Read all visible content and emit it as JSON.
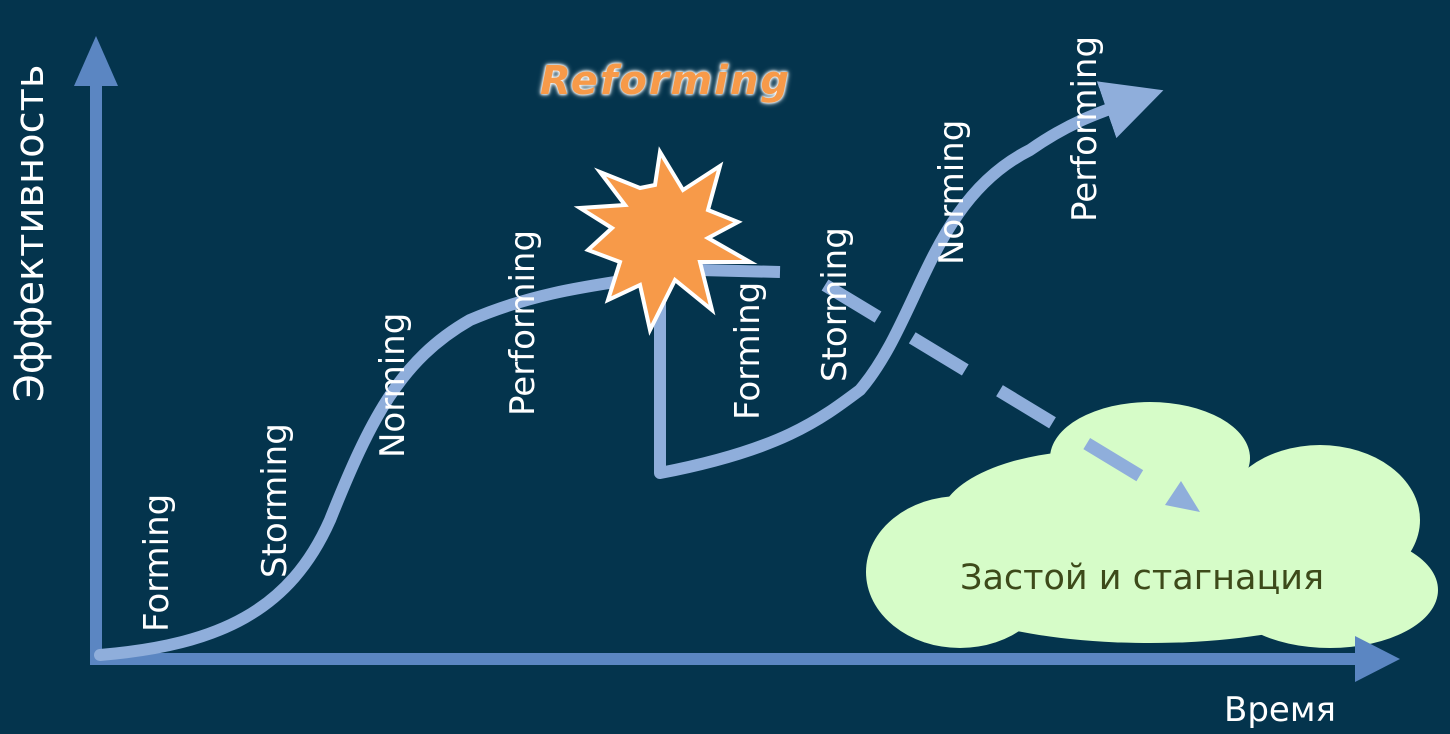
{
  "title": "Reforming",
  "axes": {
    "y_label": "Эффективность",
    "x_label": "Время"
  },
  "stages_first_cycle": [
    "Forming",
    "Storming",
    "Norming",
    "Performing"
  ],
  "stages_second_cycle": [
    "Forming",
    "Storming",
    "Norming",
    "Performing"
  ],
  "stagnation_label": "Застой и стагнация",
  "colors": {
    "background": "#04344d",
    "axis": "#5b86c2",
    "curve": "#8faedb",
    "burst": "#f79a49",
    "cloud": "#d6fcc8",
    "title": "#f79a49"
  }
}
